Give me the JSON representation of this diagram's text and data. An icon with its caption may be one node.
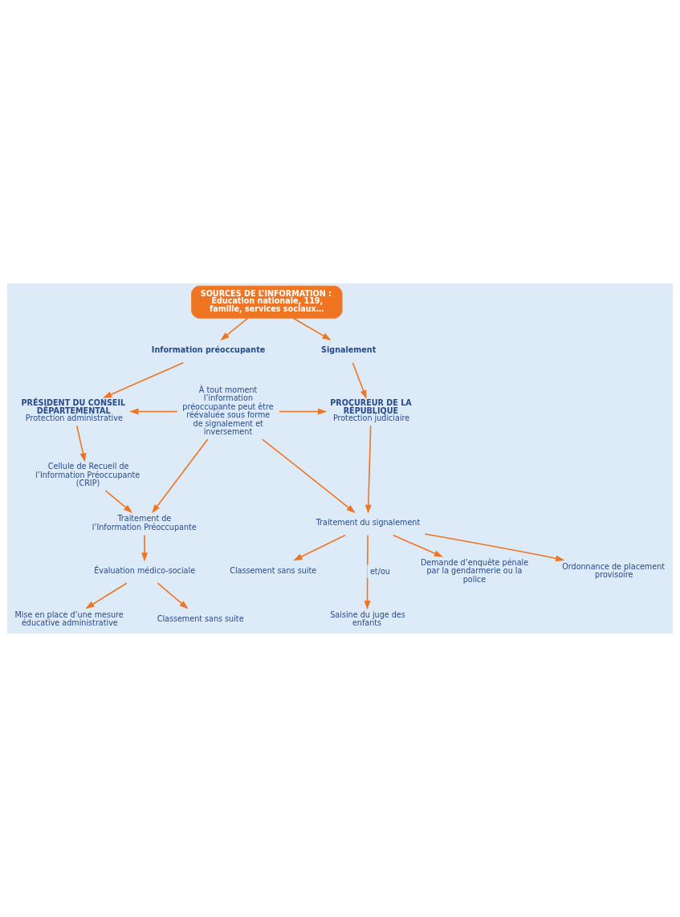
{
  "diagram": {
    "nodes": [
      {
        "text": [
          "SOURCES DE L’INFORMATION : Éducation nationale, 119, famille, services sociaux…"
        ]
      },
      {
        "text": [
          "Information préoccupante"
        ]
      },
      {
        "text": [
          "Signalement"
        ]
      },
      {
        "text": [
          "PRÉSIDENT DU CONSEIL DÉPARTEMENTAL",
          "Protection administrative"
        ]
      },
      {
        "text": [
          "PROCUREUR DE LA RÉPUBLIQUE",
          "Protection judiciaire"
        ]
      },
      {
        "text": [
          "À tout moment l’information préoccupante peut être réévaluée sous forme de signalement et inversement"
        ]
      },
      {
        "text": [
          "Cellule de Recueil de l’Information Préoccupante (CRIP)"
        ]
      },
      {
        "text": [
          "Traitement de l’Information Préoccupante"
        ]
      },
      {
        "text": [
          "Traitement du signalement"
        ]
      },
      {
        "text": [
          "Évaluation médico-sociale"
        ]
      },
      {
        "text": [
          "Ordonnance de placement provisoire"
        ]
      },
      {
        "text": [
          "Classement sans suite"
        ]
      },
      {
        "text": [
          "Saisine du juge des enfants"
        ]
      },
      {
        "text": [
          "Demande d’enquête pénale par la gendarmerie ou la police"
        ]
      },
      {
        "text": [
          "Classement sans suite"
        ]
      },
      {
        "text": [
          "Mise en place d’une mesure éducative administrative"
        ]
      }
    ],
    "edges": [
      {
        "from": 0,
        "to": 1,
        "arrow": "to"
      },
      {
        "from": 0,
        "to": 2,
        "arrow": "to"
      },
      {
        "from": 1,
        "to": 3,
        "arrow": "to"
      },
      {
        "from": 2,
        "to": 4,
        "arrow": "to"
      },
      {
        "from": 3,
        "to": 6,
        "arrow": "to"
      },
      {
        "from": 6,
        "to": 7,
        "arrow": "to"
      },
      {
        "from": 7,
        "to": 9,
        "arrow": "to"
      },
      {
        "from": 9,
        "to": 14,
        "arrow": "to"
      },
      {
        "from": 9,
        "to": 15,
        "arrow": "to"
      },
      {
        "from": 4,
        "to": 8,
        "arrow": "to"
      },
      {
        "from": 8,
        "to": 10,
        "arrow": "to"
      },
      {
        "from": 8,
        "to": 11,
        "arrow": "to"
      },
      {
        "from": 8,
        "to": 12,
        "arrow": "to",
        "label": "et/ou"
      },
      {
        "from": 8,
        "to": 13,
        "arrow": "to"
      },
      {
        "from": 5,
        "to": 3,
        "arrow": "to"
      },
      {
        "from": 5,
        "to": 4,
        "arrow": "to"
      },
      {
        "from": 5,
        "to": 7,
        "arrow": "to"
      },
      {
        "from": 5,
        "to": 8,
        "arrow": "to"
      }
    ]
  }
}
